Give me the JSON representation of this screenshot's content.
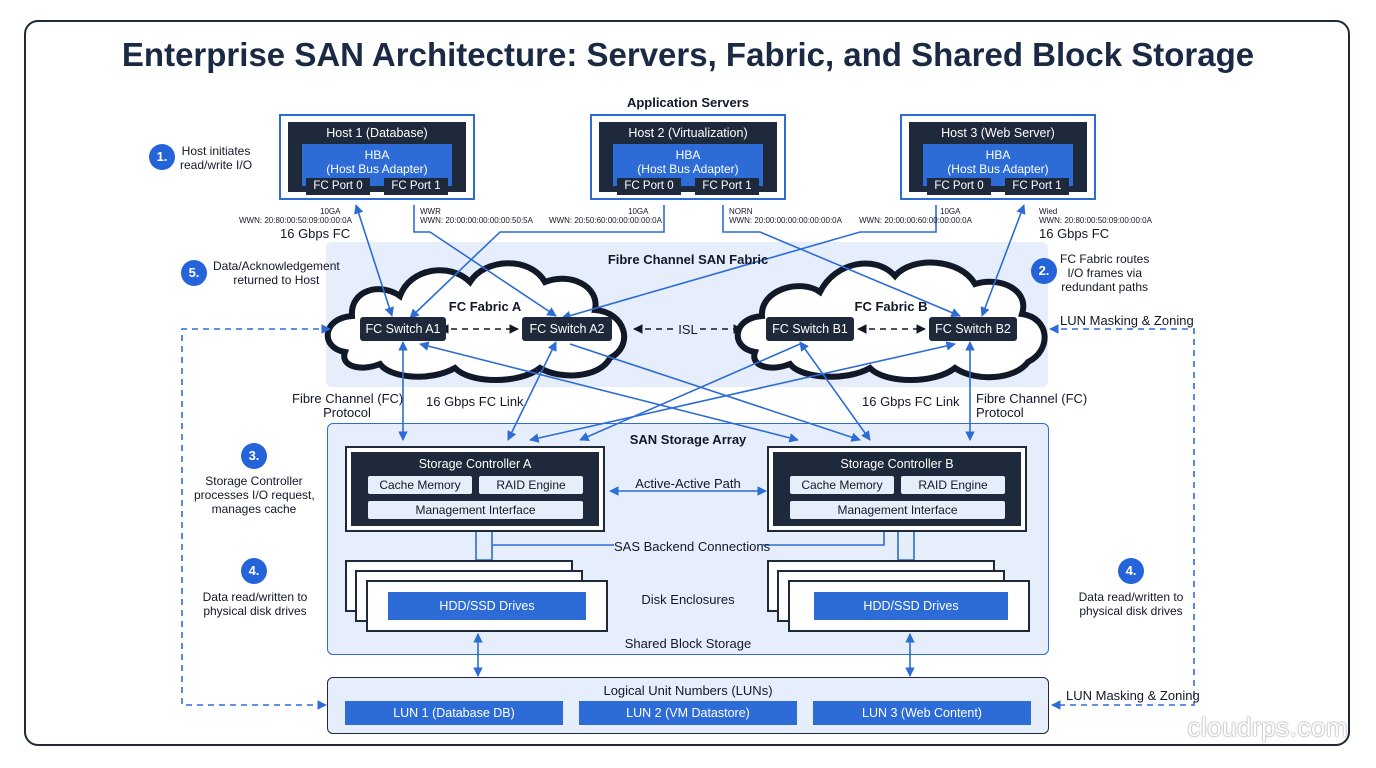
{
  "title": "Enterprise SAN Architecture: Servers, Fabric, and Shared Block Storage",
  "app_servers_label": "Application Servers",
  "hosts": [
    {
      "name": "Host 1 (Database)",
      "hba": "HBA",
      "hba_sub": "(Host Bus Adapter)",
      "port0": "FC Port 0",
      "port1": "FC Port 1",
      "wwn_left": "WWN: 20:80:00:50:09:00:00:0A",
      "wwn_left_top": "10GA",
      "wwn_right": "WWN: 20:00:00:00:00:00:50:5A",
      "wwn_right_top": "WWR"
    },
    {
      "name": "Host 2 (Virtualization)",
      "hba": "HBA",
      "hba_sub": "(Host Bus Adapter)",
      "port0": "FC Port 0",
      "port1": "FC Port 1",
      "wwn_left": "WWN: 20:50:60:00:00:00:00:0A",
      "wwn_left_top": "10GA",
      "wwn_right": "WWN: 20:00:00:00:00:00:00:0A",
      "wwn_right_top": "NORN"
    },
    {
      "name": "Host 3 (Web Server)",
      "hba": "HBA",
      "hba_sub": "(Host Bus Adapter)",
      "port0": "FC Port 0",
      "port1": "FC Port 1",
      "wwn_left": "WWN: 20:00:00:60:00:00:00:0A",
      "wwn_left_top": "10GA",
      "wwn_right": "WWN: 20:80:00:50:09:00:00:0A",
      "wwn_right_top": "Wied"
    }
  ],
  "speed_left": "16 Gbps FC",
  "speed_right": "16 Gbps FC",
  "fabric_label": "Fibre Channel SAN Fabric",
  "fabric_a": {
    "name": "FC Fabric A",
    "switch1": "FC Switch A1",
    "switch2": "FC Switch A2"
  },
  "fabric_b": {
    "name": "FC Fabric B",
    "switch1": "FC Switch B1",
    "switch2": "FC Switch B2"
  },
  "isl": "ISL",
  "protocol_left": "Fibre Channel (FC)\nProtocol",
  "protocol_right": "Fibre Channel (FC)\nProtocol",
  "link_left": "16 Gbps FC Link",
  "link_right": "16 Gbps FC Link",
  "storage_array_label": "SAN Storage Array",
  "controller_a": {
    "name": "Storage Controller A",
    "cache": "Cache Memory",
    "raid": "RAID Engine",
    "mgmt": "Management Interface"
  },
  "controller_b": {
    "name": "Storage Controller B",
    "cache": "Cache Memory",
    "raid": "RAID Engine",
    "mgmt": "Management Interface"
  },
  "active_path": "Active-Active Path",
  "sas_label": "SAS Backend Connections",
  "drives_label": "HDD/SSD Drives",
  "enclosures_label": "Disk Enclosures",
  "shared_label": "Shared Block Storage",
  "luns_label": "Logical Unit Numbers (LUNs)",
  "luns": [
    "LUN 1 (Database DB)",
    "LUN 2 (VM Datastore)",
    "LUN 3 (Web Content)"
  ],
  "masking_top": "LUN Masking & Zoning",
  "masking_bottom": "LUN Masking & Zoning",
  "steps": [
    {
      "num": "1.",
      "text": "Host initiates\nread/write I/O"
    },
    {
      "num": "2.",
      "text": "FC Fabric routes\nI/O frames via\nredundant paths"
    },
    {
      "num": "3.",
      "text": "Storage Controller\nprocesses I/O request,\nmanages cache"
    },
    {
      "num": "4.",
      "text": "Data read/written to\nphysical disk drives"
    },
    {
      "num": "4.",
      "text": "Data read/written to\nphysical disk drives"
    },
    {
      "num": "5.",
      "text": "Data/Acknowledgement\nreturned to Host"
    }
  ],
  "watermark": "cloudrps.com",
  "colors": {
    "accent": "#2d6cd6",
    "dark": "#1e293b",
    "panel": "#e6eefb"
  }
}
